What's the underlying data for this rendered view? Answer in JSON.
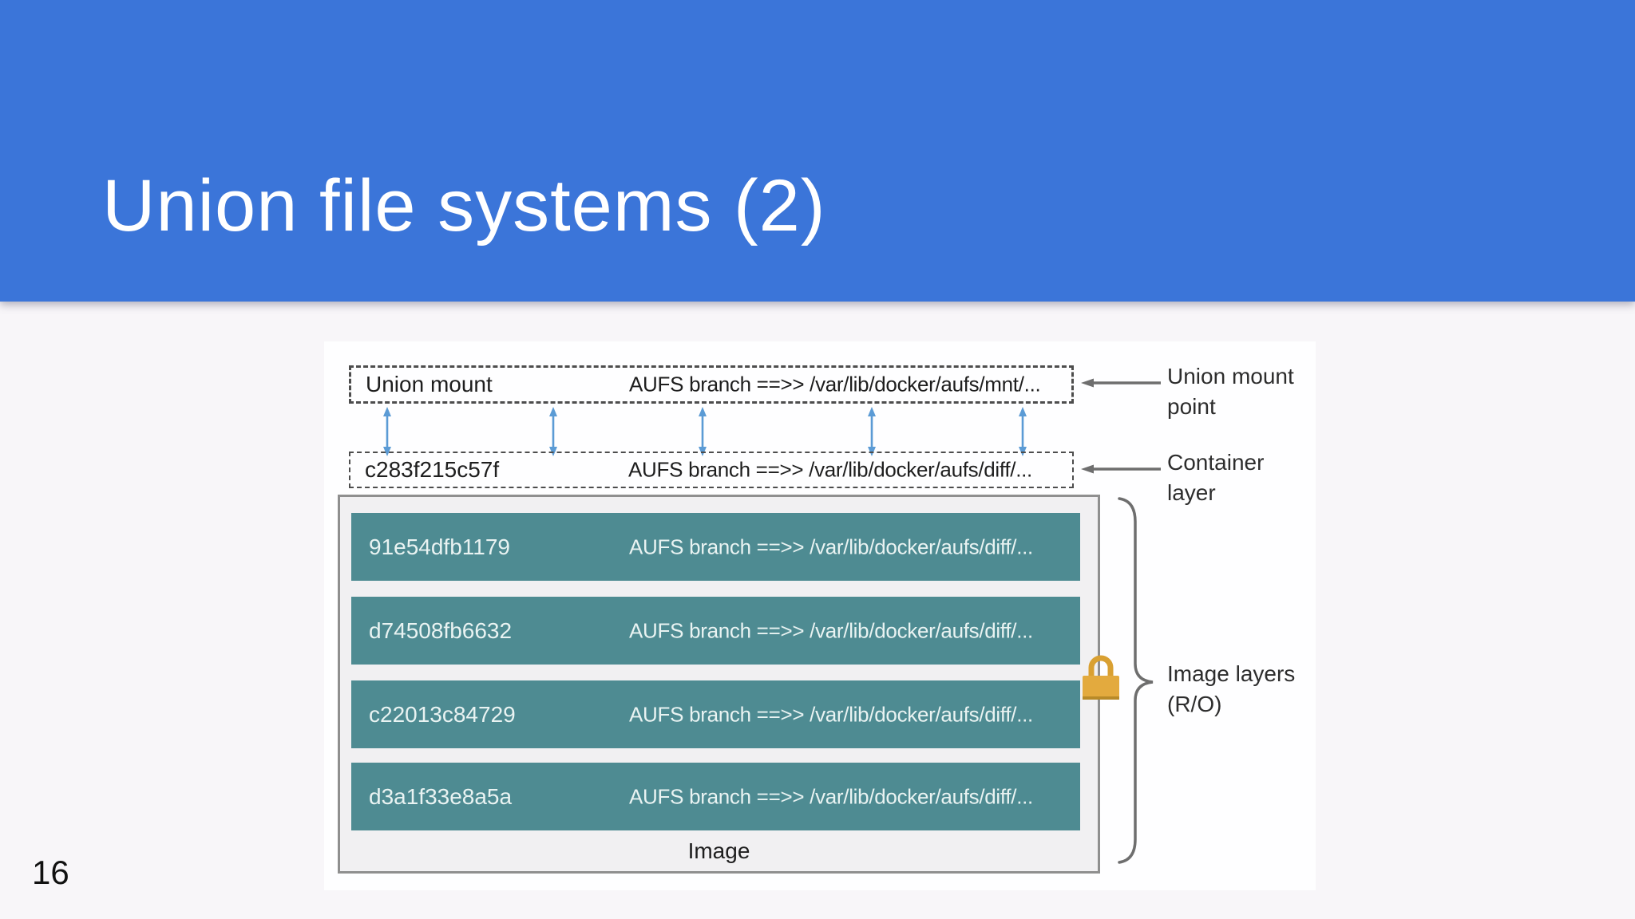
{
  "header": {
    "title": "Union file systems (2)"
  },
  "footer": {
    "page_number": "16"
  },
  "colors": {
    "header_blue": "#3b75d9",
    "slide_background": "#f8f6f9",
    "panel_background": "#fefeff",
    "layer_teal": "#4e8b92",
    "stack_fill": "#f1f0f2",
    "stack_border": "#8f8f8f",
    "dashed_border": "#4d4d4d",
    "arrow_blue": "#5b9bd5",
    "annotation_gray": "#6e6e6e",
    "lock_gold": "#e3aa3e"
  },
  "diagram": {
    "union_mount_row": {
      "id": "Union mount",
      "branch": "AUFS branch ==>> /var/lib/docker/aufs/mnt/..."
    },
    "container_row": {
      "id": "c283f215c57f",
      "branch": "AUFS branch ==>> /var/lib/docker/aufs/diff/..."
    },
    "image_layers": [
      {
        "id": "91e54dfb1179",
        "branch": "AUFS branch ==>> /var/lib/docker/aufs/diff/..."
      },
      {
        "id": "d74508fb6632",
        "branch": "AUFS branch ==>> /var/lib/docker/aufs/diff/..."
      },
      {
        "id": "c22013c84729",
        "branch": "AUFS branch ==>> /var/lib/docker/aufs/diff/..."
      },
      {
        "id": "d3a1f33e8a5a",
        "branch": "AUFS branch ==>> /var/lib/docker/aufs/diff/..."
      }
    ],
    "image_caption": "Image",
    "annotations": {
      "union_mount_point": {
        "line1": "Union mount",
        "line2": "point"
      },
      "container_layer": {
        "line1": "Container",
        "line2": "layer"
      },
      "image_layers": {
        "line1": "Image layers",
        "line2": "(R/O)"
      }
    }
  }
}
